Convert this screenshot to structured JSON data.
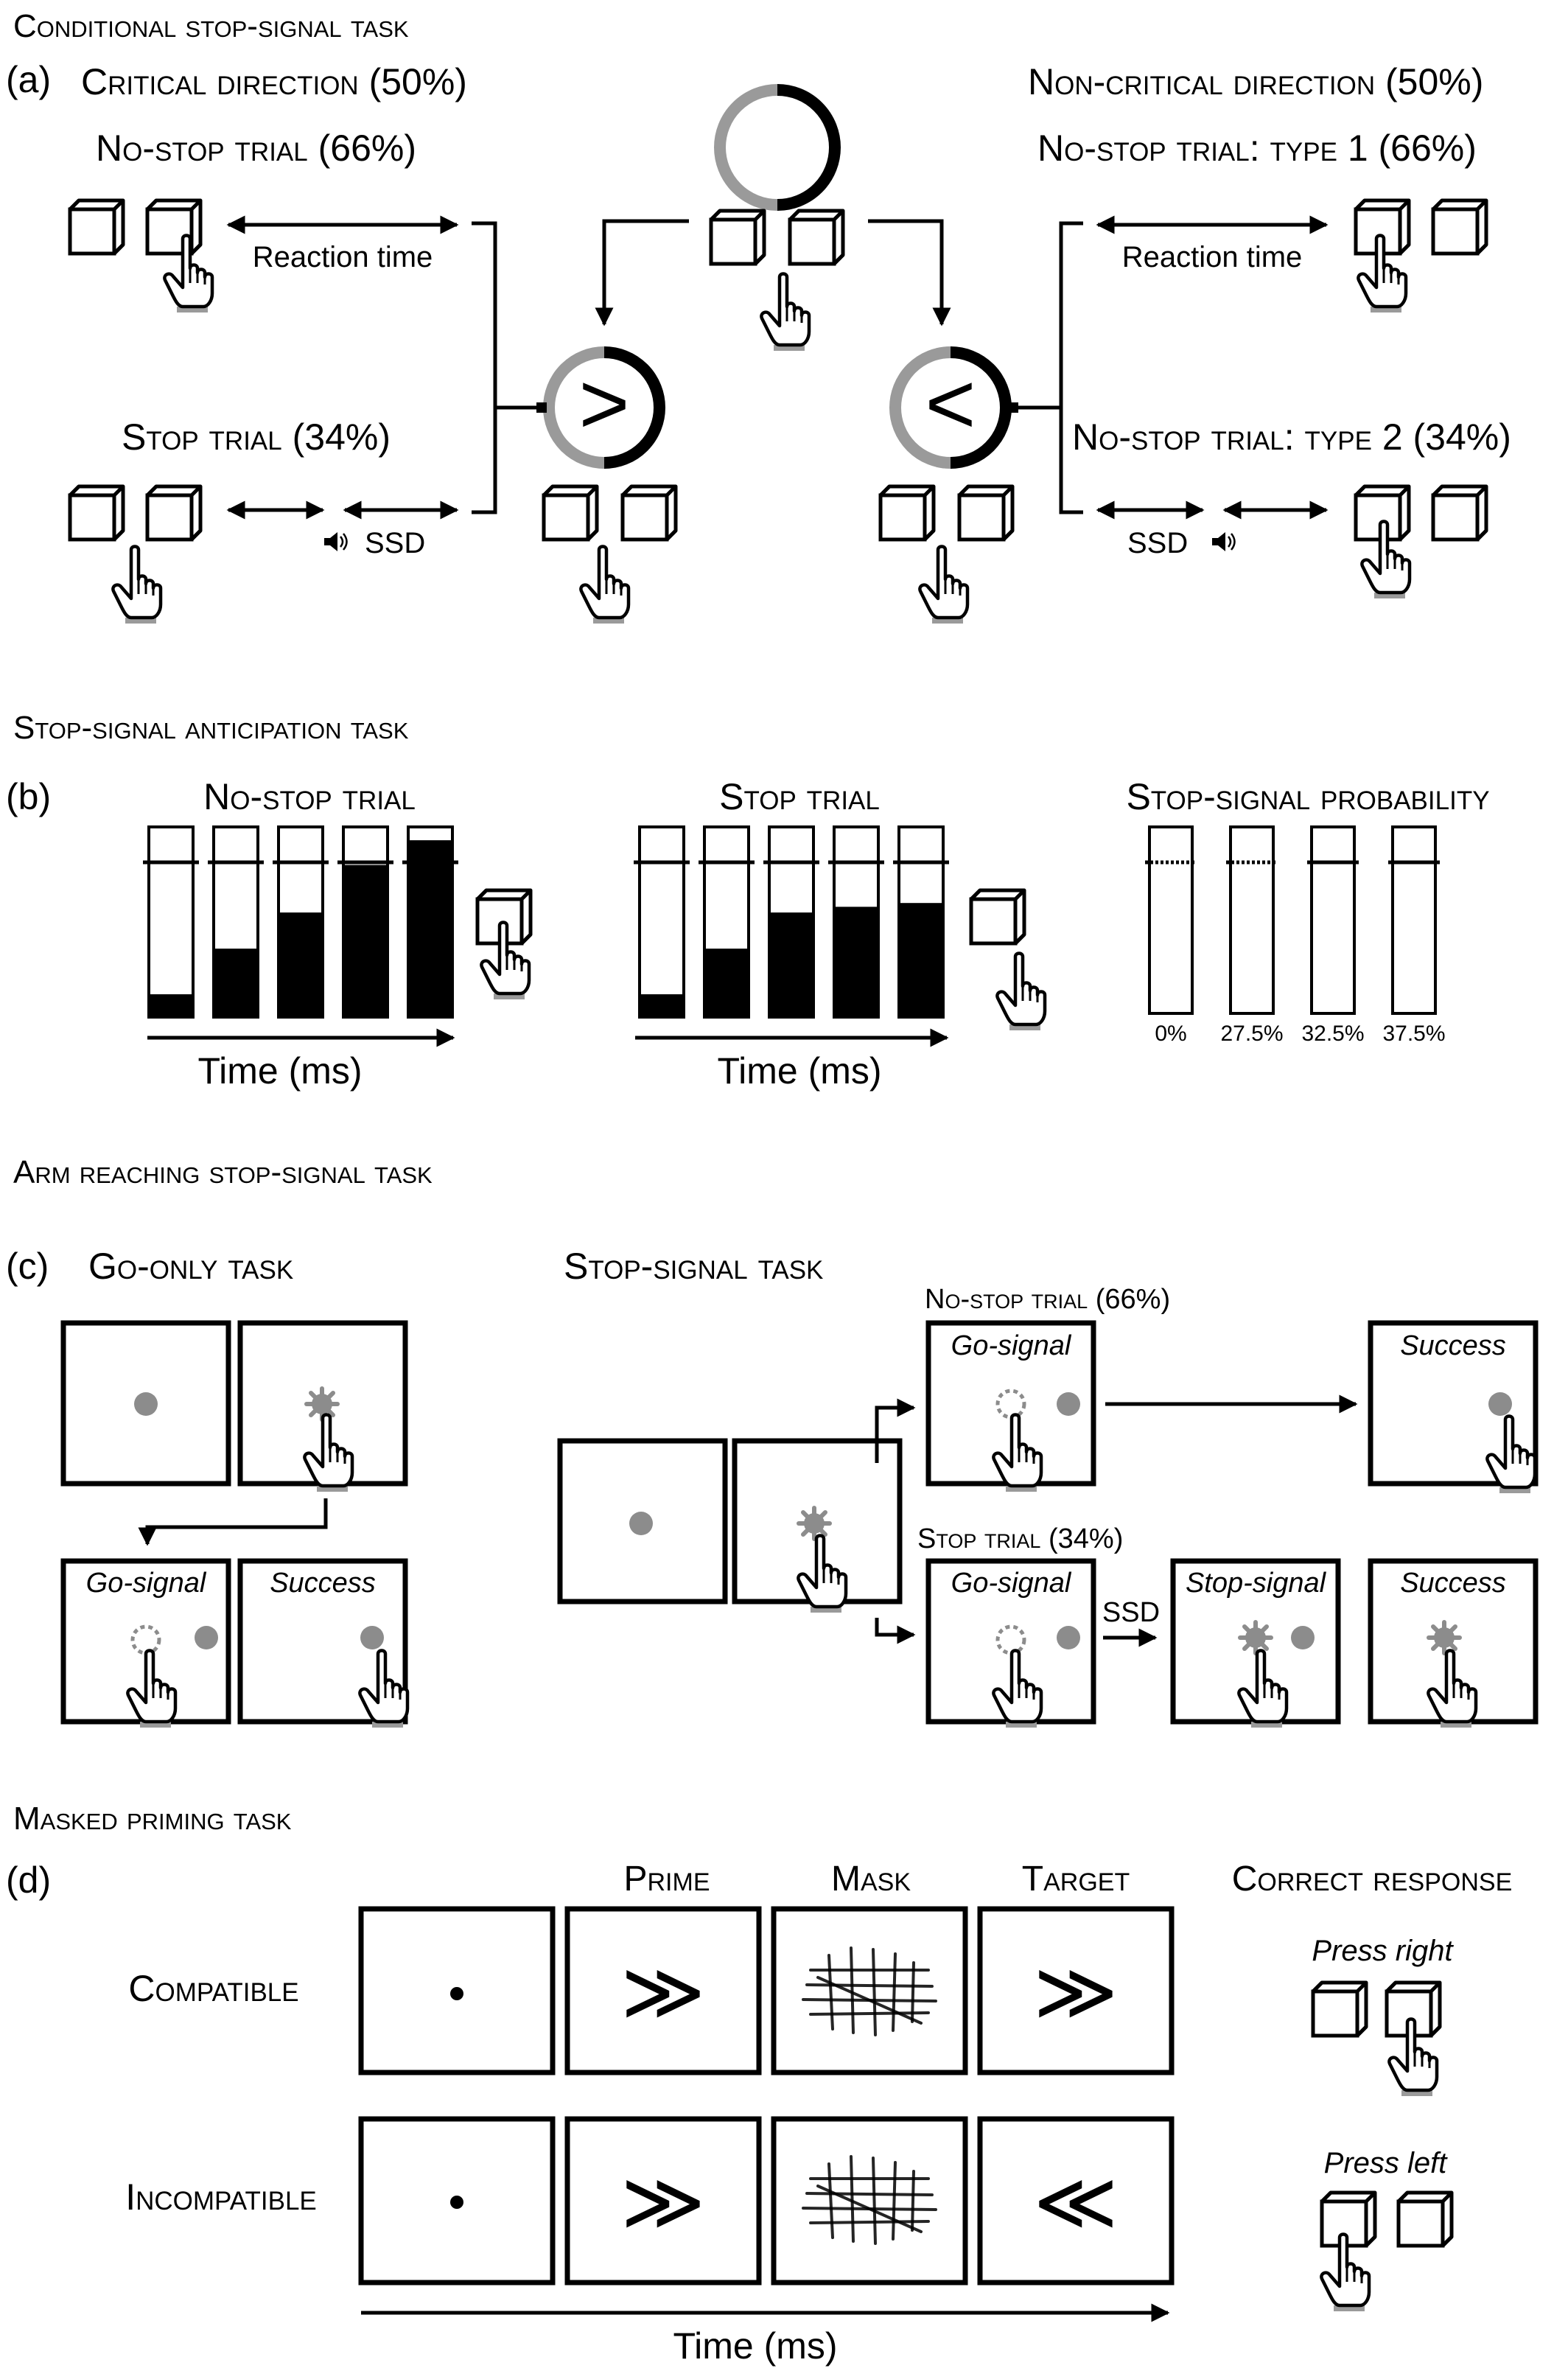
{
  "a": {
    "section_title": "Conditional stop-signal task",
    "panel_label": "(a)",
    "critical_title": "Critical direction (50%)",
    "noncritical_title": "Non-critical direction (50%)",
    "left_nostop_label": "No-stop trial (66%)",
    "left_stop_label": "Stop trial (34%)",
    "right_nostop1_label": "No-stop trial: type 1 (66%)",
    "right_nostop2_label": "No-stop trial: type 2 (34%)",
    "reaction_time_label": "Reaction time",
    "ssd_label": "SSD",
    "right_arrow_glyph": ">",
    "left_arrow_glyph": "<",
    "icons": [
      "key-icon",
      "hand-pointer-icon",
      "speaker-icon",
      "circle-cue-icon"
    ]
  },
  "b": {
    "section_title": "Stop-signal anticipation task",
    "panel_label": "(b)",
    "nostop_title": "No-stop trial",
    "stop_title": "Stop trial",
    "probability_title": "Stop-signal probability",
    "time_label": "Time (ms)",
    "nostop_fills": [
      0.12,
      0.36,
      0.55,
      0.8,
      0.93
    ],
    "stop_fills": [
      0.12,
      0.36,
      0.55,
      0.58,
      0.6
    ],
    "probabilities": [
      "0%",
      "27.5%",
      "32.5%",
      "37.5%"
    ]
  },
  "c": {
    "section_title": "Arm reaching stop-signal task",
    "panel_label": "(c)",
    "go_only_title": "Go-only task",
    "stop_signal_title": "Stop-signal task",
    "nostop_label": "No-stop trial (66%)",
    "stop_label": "Stop trial (34%)",
    "go_signal_label": "Go-signal",
    "success_label": "Success",
    "stop_signal_label": "Stop-signal",
    "ssd_label": "SSD"
  },
  "d": {
    "section_title": "Masked priming task",
    "panel_label": "(d)",
    "prime_header": "Prime",
    "mask_header": "Mask",
    "target_header": "Target",
    "correct_header": "Correct response",
    "compatible_label": "Compatible",
    "incompatible_label": "Incompatible",
    "prime_glyph": "≫",
    "compatible_target_glyph": "≫",
    "incompatible_target_glyph": "≪",
    "press_right_label": "Press right",
    "press_left_label": "Press left",
    "time_label": "Time (ms)"
  }
}
